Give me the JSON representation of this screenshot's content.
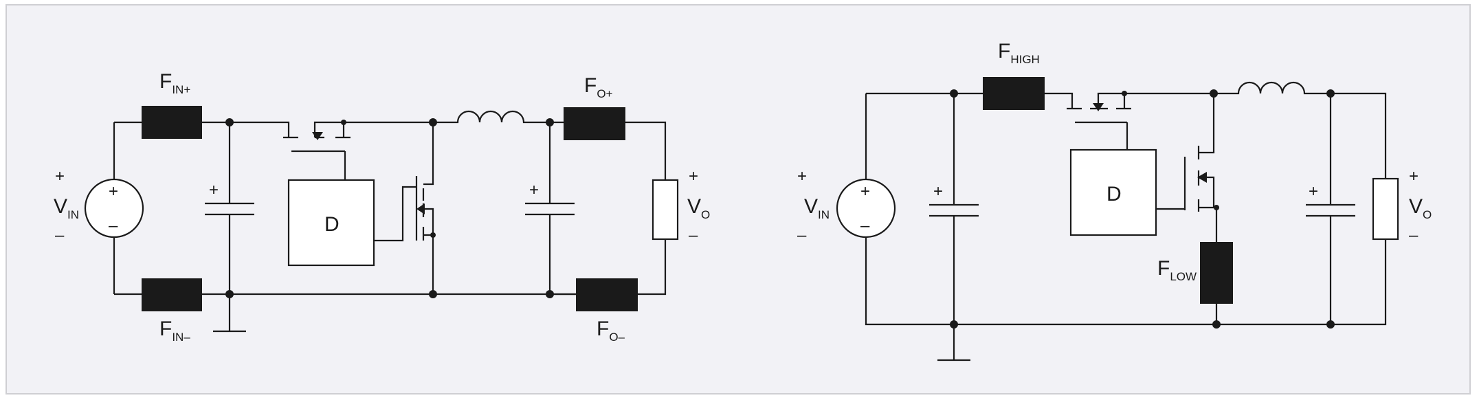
{
  "colors": {
    "background": "#f2f2f6",
    "line": "#1a1a1a",
    "border": "#cfcfd3"
  },
  "left_circuit": {
    "vin_main": "V",
    "vin_sub": "IN",
    "vin_plus": "+",
    "vin_minus": "–",
    "fin_plus_main": "F",
    "fin_plus_sub": "IN+",
    "fin_minus_main": "F",
    "fin_minus_sub": "IN–",
    "fo_plus_main": "F",
    "fo_plus_sub": "O+",
    "fo_minus_main": "F",
    "fo_minus_sub": "O–",
    "driver_label": "D",
    "cap_in_plus": "+",
    "cap_out_plus": "+",
    "vo_main": "V",
    "vo_sub": "O",
    "vo_plus": "+",
    "vo_minus": "–",
    "source_plus": "+",
    "source_minus": "–"
  },
  "right_circuit": {
    "vin_main": "V",
    "vin_sub": "IN",
    "vin_plus": "+",
    "vin_minus": "–",
    "fhigh_main": "F",
    "fhigh_sub": "HIGH",
    "flow_main": "F",
    "flow_sub": "LOW",
    "driver_label": "D",
    "cap_in_plus": "+",
    "cap_out_plus": "+",
    "vo_main": "V",
    "vo_sub": "O",
    "vo_plus": "+",
    "vo_minus": "–",
    "source_plus": "+",
    "source_minus": "–"
  }
}
